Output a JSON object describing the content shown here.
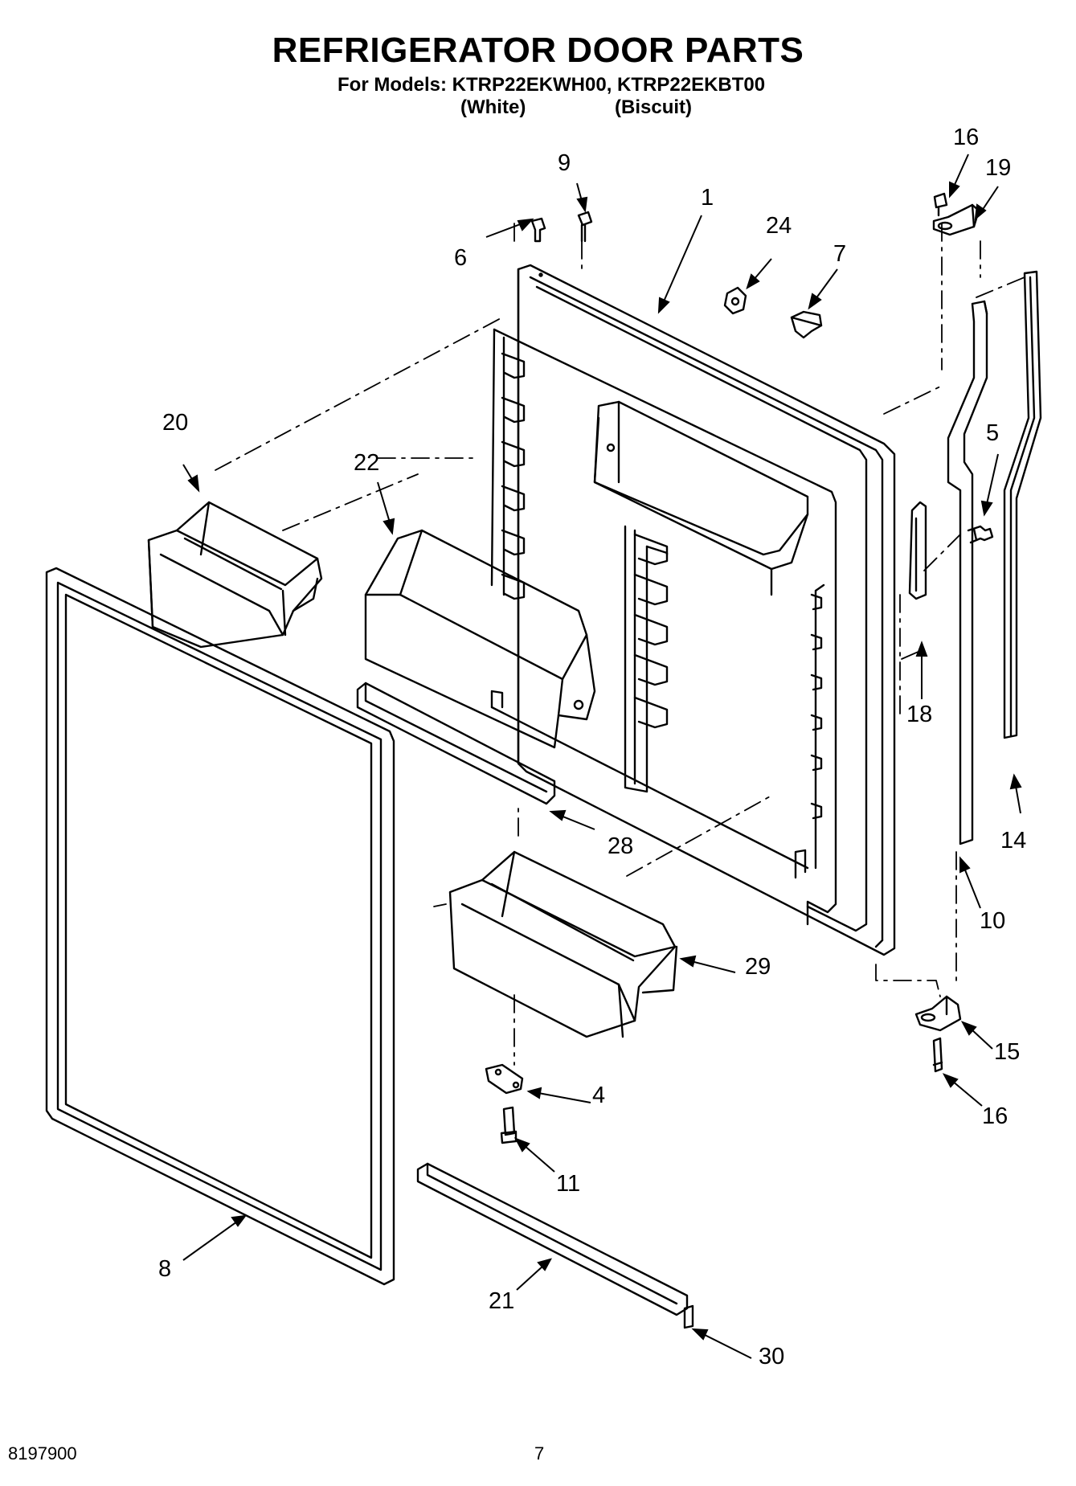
{
  "header": {
    "title": "REFRIGERATOR DOOR PARTS",
    "models_line": "For Models: KTRP22EKWH00, KTRP22EKBT00",
    "variant_white": "(White)",
    "variant_biscuit": "(Biscuit)"
  },
  "callouts": {
    "c1": "1",
    "c4": "4",
    "c5": "5",
    "c6": "6",
    "c7": "7",
    "c8": "8",
    "c9": "9",
    "c10": "10",
    "c11": "11",
    "c14": "14",
    "c15": "15",
    "c16a": "16",
    "c16b": "16",
    "c18": "18",
    "c19": "19",
    "c20": "20",
    "c21": "21",
    "c22": "22",
    "c24": "24",
    "c28": "28",
    "c29": "29",
    "c30": "30"
  },
  "footer": {
    "doc_number": "8197900",
    "page_number": "7"
  }
}
